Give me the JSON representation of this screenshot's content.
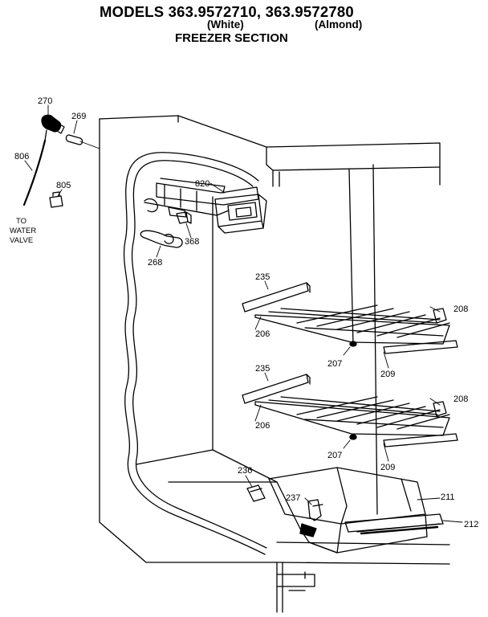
{
  "header": {
    "title": "MODELS 363.9572710, 363.9572780",
    "variant_white": "(White)",
    "variant_almond": "(Almond)",
    "section": "FREEZER SECTION"
  },
  "callouts": {
    "p270": "270",
    "p269": "269",
    "p806": "806",
    "p805": "805",
    "to_water_valve": [
      "TO",
      "WATER",
      "VALVE"
    ],
    "p820": "820",
    "p368": "368",
    "p268": "268",
    "p235a": "235",
    "p206a": "206",
    "p208a": "208",
    "p207a": "207",
    "p209a": "209",
    "p235b": "235",
    "p206b": "206",
    "p208b": "208",
    "p207b": "207",
    "p209b": "209",
    "p236": "236",
    "p237": "237",
    "p211": "211",
    "p212": "212"
  },
  "colors": {
    "ink": "#000000",
    "paper": "#ffffff"
  }
}
